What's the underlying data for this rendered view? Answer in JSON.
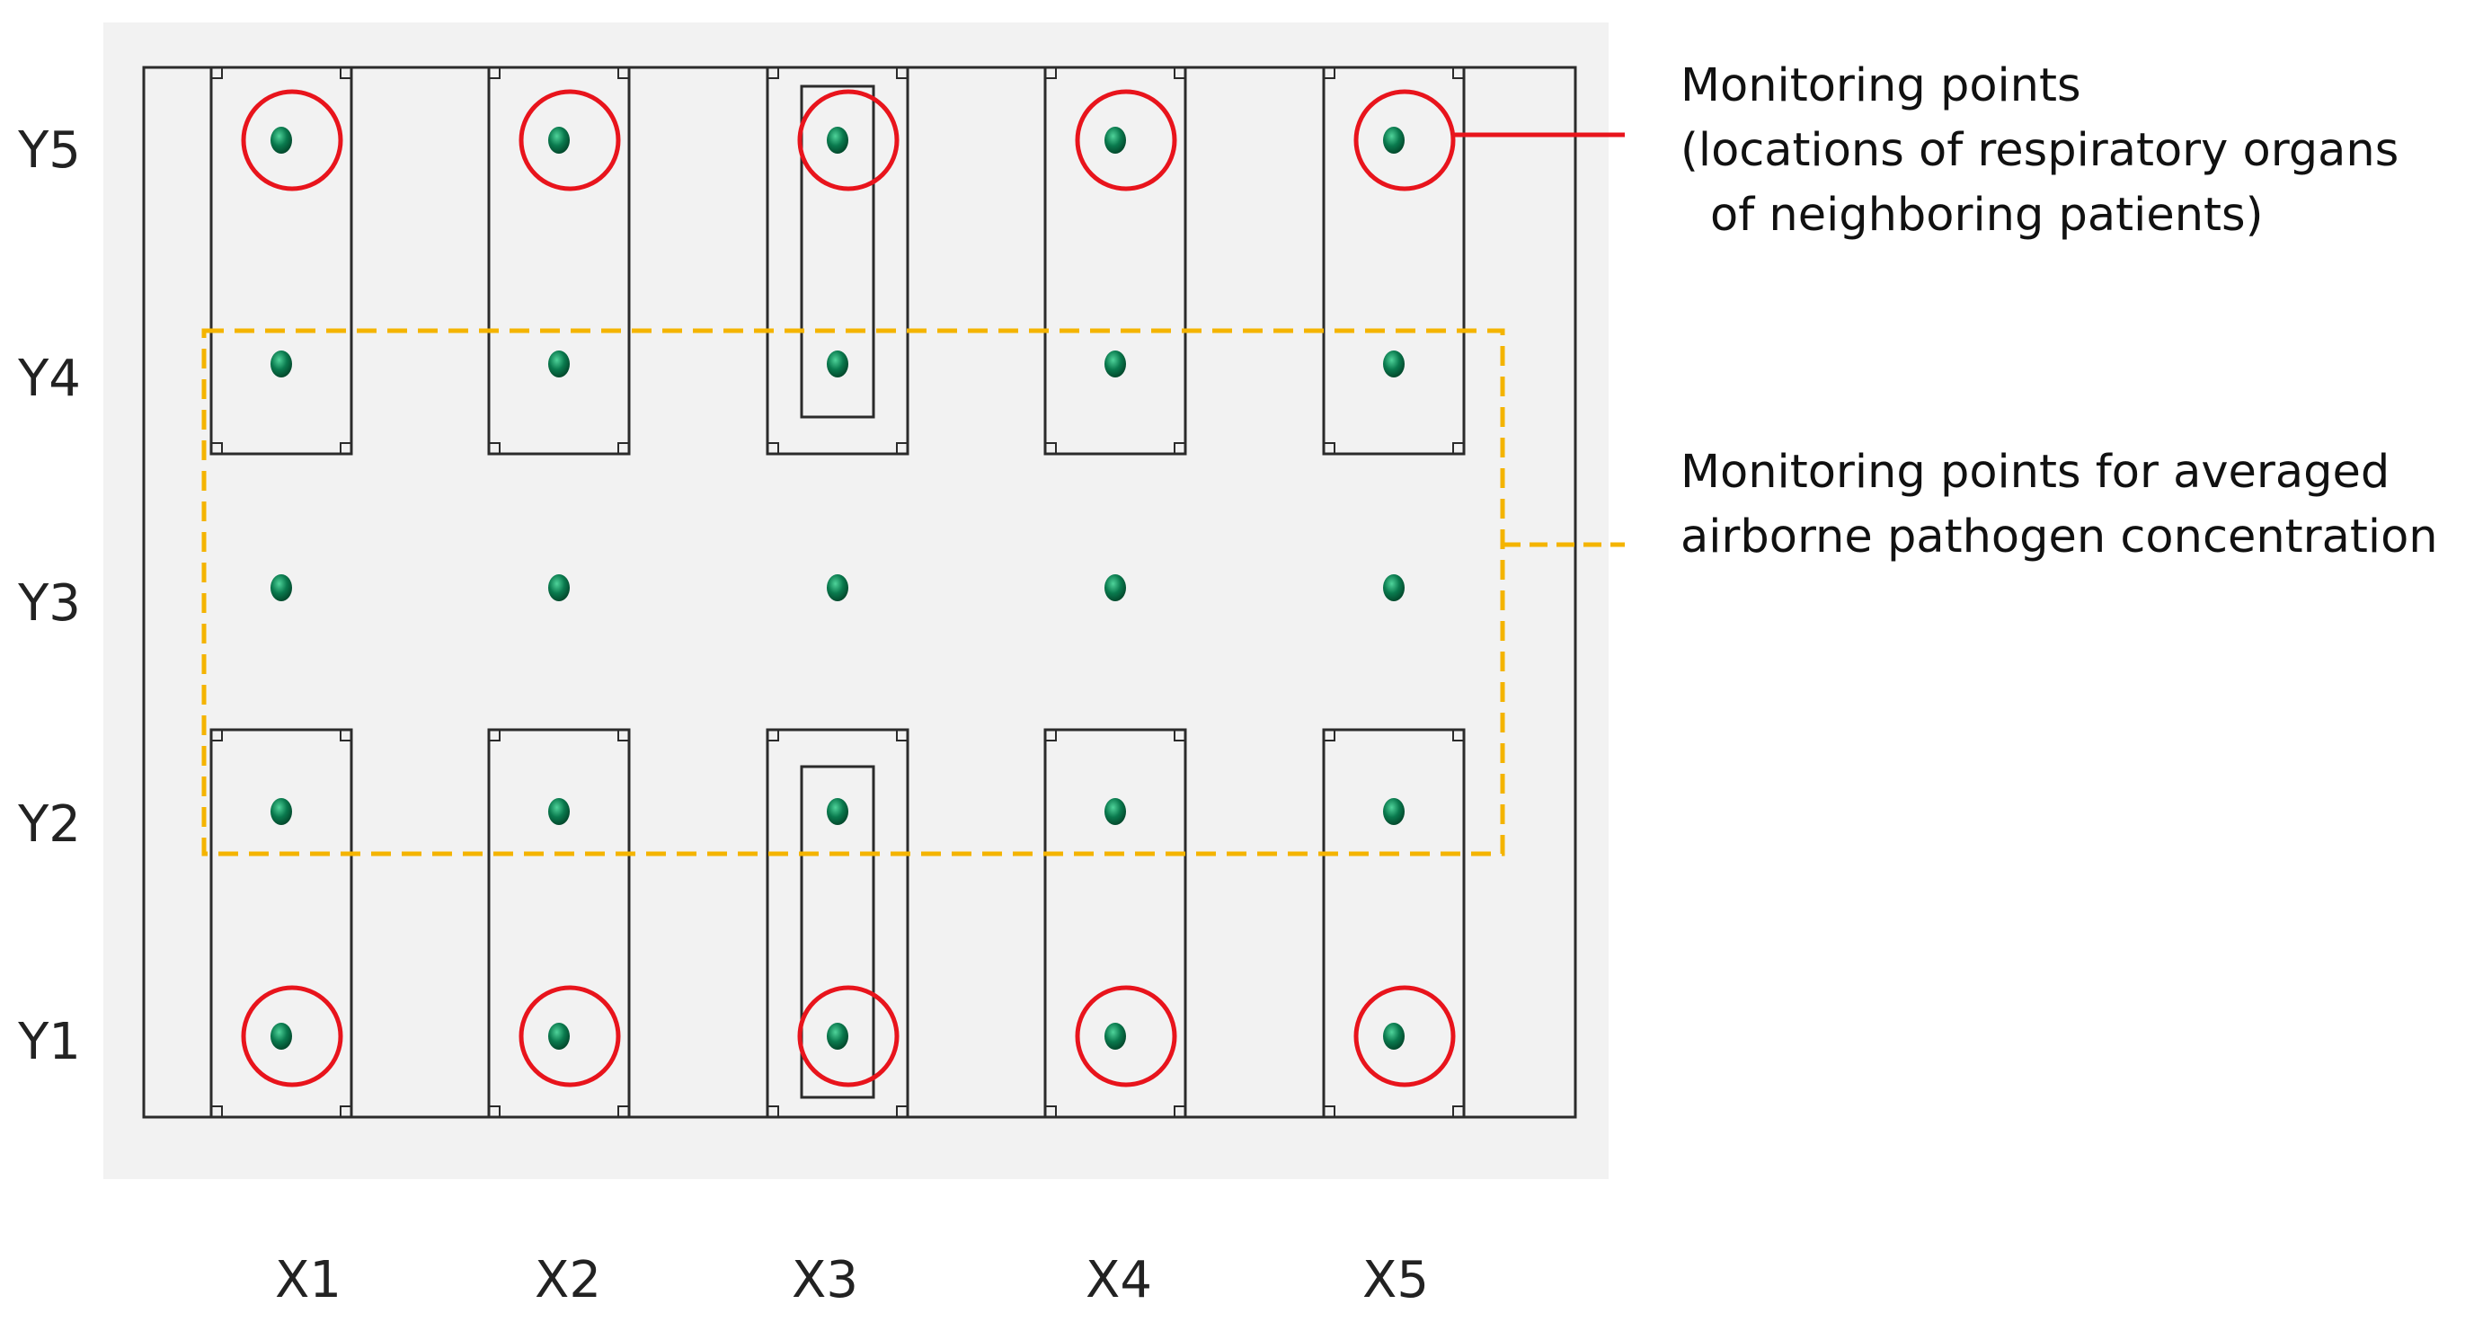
{
  "axes": {
    "rows": [
      "Y5",
      "Y4",
      "Y3",
      "Y2",
      "Y1"
    ],
    "columns": [
      "X1",
      "X2",
      "X3",
      "X4",
      "X5"
    ]
  },
  "legend": {
    "patient_points": {
      "lines": [
        "Monitoring points",
        "(locations of respiratory organs",
        "of neighboring patients)"
      ],
      "color": "#e8141c"
    },
    "averaged_points": {
      "lines": [
        "Monitoring points for averaged",
        "airborne pathogen concentration"
      ],
      "color": "#f4b400"
    }
  },
  "colors": {
    "point": "#0a7a4e",
    "outline": "#2b2b2b",
    "room_background": "#f2f2f2"
  },
  "monitored_points": {
    "circled_rows": [
      "Y5",
      "Y1"
    ],
    "averaged_rows": [
      "Y4",
      "Y3",
      "Y2"
    ]
  }
}
